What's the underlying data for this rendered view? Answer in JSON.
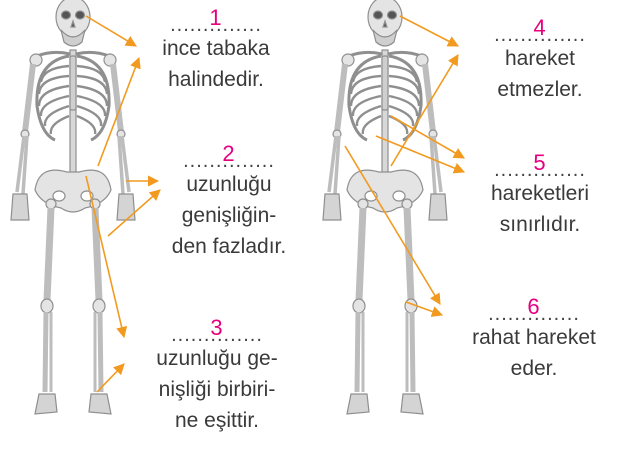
{
  "colors": {
    "arrow": "#f29a1f",
    "number": "#e6007e",
    "text": "#3a3a3a",
    "bone": "#e4e4e4",
    "bone_shadow": "#9a9a9a"
  },
  "labels": [
    {
      "number": "1",
      "dots": "..............",
      "lines": [
        "ince tabaka",
        "halindedir."
      ]
    },
    {
      "number": "2",
      "dots": "..............",
      "lines": [
        "uzunluğu",
        "genişliğin-",
        "den fazladır."
      ]
    },
    {
      "number": "3",
      "dots": "..............",
      "lines": [
        "uzunluğu ge-",
        "nişliği birbiri-",
        "ne eşittir."
      ]
    },
    {
      "number": "4",
      "dots": "..............",
      "lines": [
        "hareket",
        "etmezler."
      ]
    },
    {
      "number": "5",
      "dots": "..............",
      "lines": [
        "hareketleri",
        "sınırlıdır."
      ]
    },
    {
      "number": "6",
      "dots": "..............",
      "lines": [
        "rahat hareket",
        "eder."
      ]
    }
  ]
}
